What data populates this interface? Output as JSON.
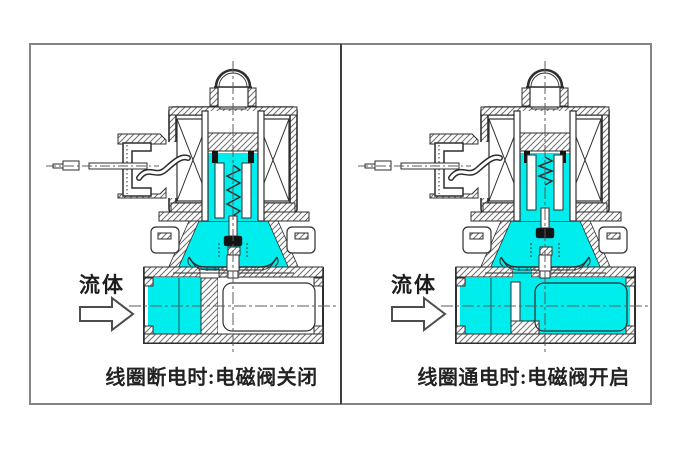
{
  "figure": {
    "subject": "solenoid-valve-two-state-cross-section",
    "states": [
      "coil de-energized / valve closed",
      "coil energized / valve open"
    ]
  },
  "colors": {
    "fluid": "#00EDED",
    "line": "#2e2e2e",
    "hatch": "#6f6f6f",
    "black": "#141414",
    "border": "#858585",
    "divider": "#3f3f3f",
    "text": "#202020",
    "centerline": "#5c5c5c"
  },
  "panels": [
    {
      "id": "deenergized",
      "state": "closed",
      "fluid_label": "流体",
      "caption": "线圈断电时:电磁阀关闭"
    },
    {
      "id": "energized",
      "state": "open",
      "fluid_label": "流体",
      "caption": "线圈通电时:电磁阀开启"
    }
  ]
}
